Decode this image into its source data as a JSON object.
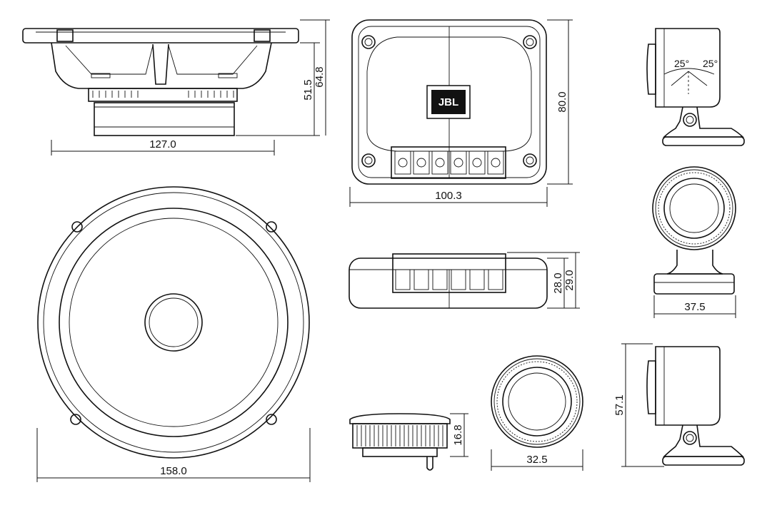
{
  "dimensions": {
    "woofer_side_width": "127.0",
    "woofer_side_height_inner": "51.5",
    "woofer_side_height_outer": "64.8",
    "woofer_front_diameter": "158.0",
    "crossover_width": "100.3",
    "crossover_height": "80.0",
    "crossover_depth_inner": "28.0",
    "crossover_depth_outer": "29.0",
    "tweeter_flush_depth": "16.8",
    "tweeter_flush_diameter": "32.5",
    "tweeter_mount_width": "37.5",
    "tweeter_mount_height": "57.1",
    "tilt_angle_left": "25°",
    "tilt_angle_right": "25°"
  },
  "brand": {
    "logo_text": "JBL"
  }
}
